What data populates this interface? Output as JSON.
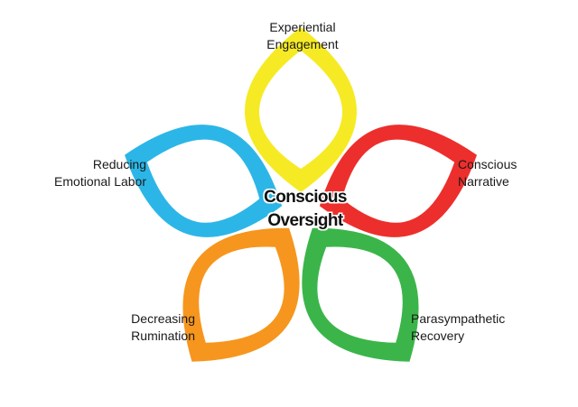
{
  "center": {
    "line1": "Conscious",
    "line2": "Oversight"
  },
  "nodes": {
    "top": {
      "line1": "Experiential",
      "line2": "Engagement",
      "color": "#f6ea24"
    },
    "right": {
      "line1": "Conscious",
      "line2": "Narrative",
      "color": "#ec2f2c"
    },
    "bottom_right": {
      "line1": "Parasympathetic",
      "line2": "Recovery",
      "color": "#3bb54a"
    },
    "bottom_left": {
      "line1": "Decreasing",
      "line2": "Rumination",
      "color": "#f6961e"
    },
    "left": {
      "line1": "Reducing",
      "line2": "Emotional Labor",
      "color": "#2cb6e7"
    }
  }
}
